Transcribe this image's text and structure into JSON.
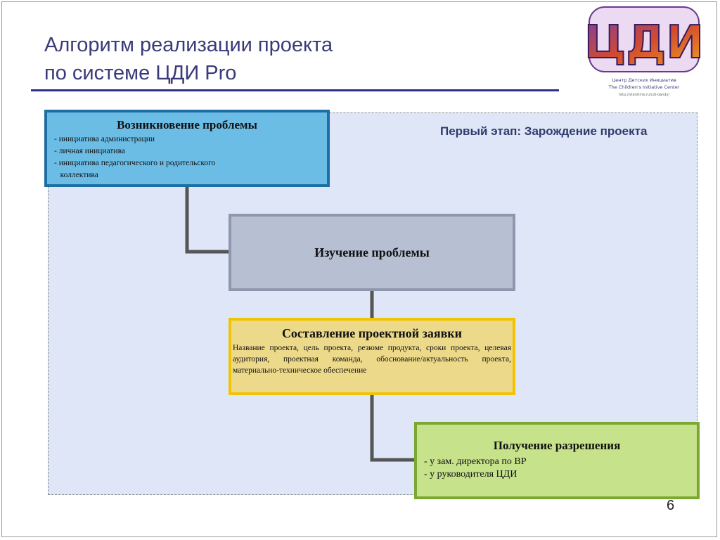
{
  "title": {
    "line1": "Алгоритм реализации проекта",
    "line2": "по системе ЦДИ Pro"
  },
  "logo": {
    "mark": "ЦДИ",
    "line1": "Центр Детских Инициатив",
    "line2": "The Children's Initiative Center",
    "line3": "http://stentime.ru/cdi-dandy/"
  },
  "stage_label": "Первый этап: Зарождение проекта",
  "boxes": {
    "problem": {
      "title": "Возникновение проблемы",
      "items": [
        "- инициатива администрации",
        "- личная инициатива",
        "- инициатива педагогического  и родительского",
        "   коллектива"
      ]
    },
    "study": {
      "title": "Изучение проблемы"
    },
    "application": {
      "title": "Составление проектной заявки",
      "text": "Название проекта, цель проекта, резюме продукта, сроки проекта, целевая аудитория, проектная команда, обоснование/актуальность проекта, материально-техническое обеспечение"
    },
    "permission": {
      "title": "Получение разрешения",
      "items": [
        "- у зам. директора по ВР",
        "- у руководителя ЦДИ"
      ]
    }
  },
  "page_number": "6",
  "colors": {
    "title": "#3a3a7a",
    "stage_bg": "#dfe6f7",
    "problem_fill": "#6cbde6",
    "problem_border": "#1d6fa3",
    "study_fill": "#b7bfd2",
    "application_fill": "#ecd98a",
    "application_border": "#f0c400",
    "permission_fill": "#c6e28a",
    "permission_border": "#7ba733",
    "connector": "#555555"
  }
}
